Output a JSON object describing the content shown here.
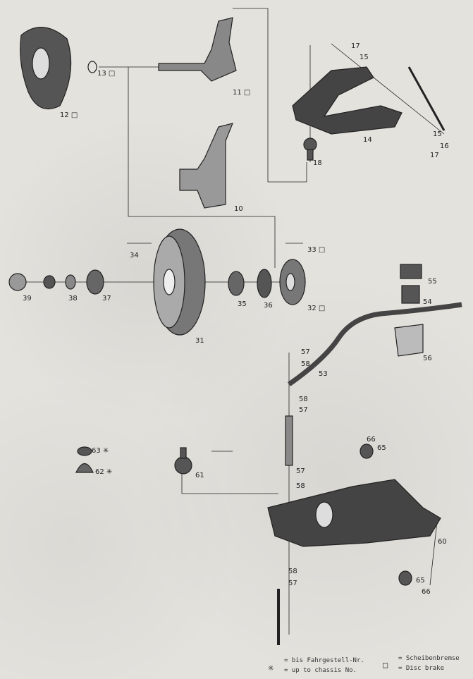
{
  "labels": {
    "p12": "12 □",
    "p13": "13 □",
    "p11": "11 □",
    "p10": "10",
    "p17a": "17",
    "p15a": "15",
    "p14": "14",
    "p15b": "15",
    "p16": "16",
    "p17b": "17",
    "p18": "18",
    "p34": "34",
    "p33": "33 □",
    "p39": "39",
    "p38": "38",
    "p37": "37",
    "p31": "31",
    "p35": "35",
    "p36": "36",
    "p32": "32 □",
    "p55": "55",
    "p54": "54",
    "p56": "56",
    "p57a": "57",
    "p58a": "58",
    "p53": "53",
    "p58b": "58",
    "p57b": "57",
    "p63": "63 ✳",
    "p62": "62 ✳",
    "p61": "61",
    "p66a": "66",
    "p65a": "65",
    "p57c": "57",
    "p58c": "58",
    "p60": "60",
    "p58d": "58",
    "p57d": "57",
    "p65b": "65",
    "p66b": "66"
  },
  "legend": {
    "asterisk_symbol": "✳",
    "asterisk_de": "= bis Fahrgestell-Nr.",
    "asterisk_en": "= up to chassis No.",
    "square_symbol": "□",
    "square_de": "= Scheibenbremse",
    "square_en": "= Disc brake"
  }
}
